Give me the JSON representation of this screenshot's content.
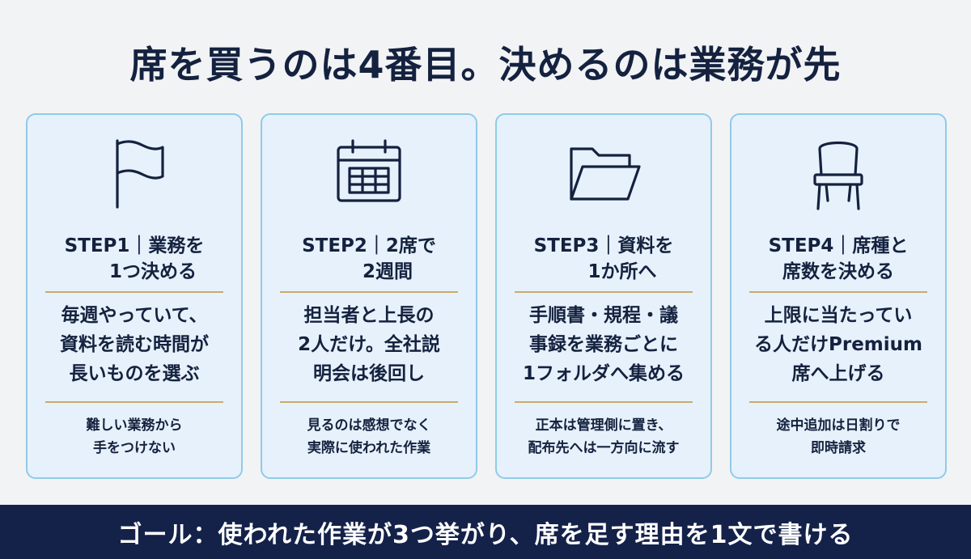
{
  "title": "席を買うのは4番目。決めるのは業務が先",
  "steps": [
    {
      "icon": "flag-icon",
      "heading": "STEP1｜業務を\n　　1つ決める",
      "main": "毎週やっていて、\n資料を読む時間が\n長いものを選ぶ",
      "sub": "難しい業務から\n手をつけない"
    },
    {
      "icon": "calendar-icon",
      "heading": "STEP2｜2席で\n　　2週間",
      "main": "担当者と上長の\n2人だけ。全社説\n明会は後回し",
      "sub": "見るのは感想でなく\n実際に使われた作業"
    },
    {
      "icon": "folder-icon",
      "heading": "STEP3｜資料を\n　　1か所へ",
      "main": "手順書・規程・議\n事録を業務ごとに\n1フォルダへ集める",
      "sub": "正本は管理側に置き、\n配布先へは一方向に流す"
    },
    {
      "icon": "chair-icon",
      "heading": "STEP4｜席種と\n席数を決める",
      "main": "上限に当たってい\nる人だけPremium\n席へ上げる",
      "sub": "途中追加は日割りで\n即時請求"
    }
  ],
  "footer": "ゴール：使われた作業が3つ挙がり、席を足す理由を1文で書ける"
}
